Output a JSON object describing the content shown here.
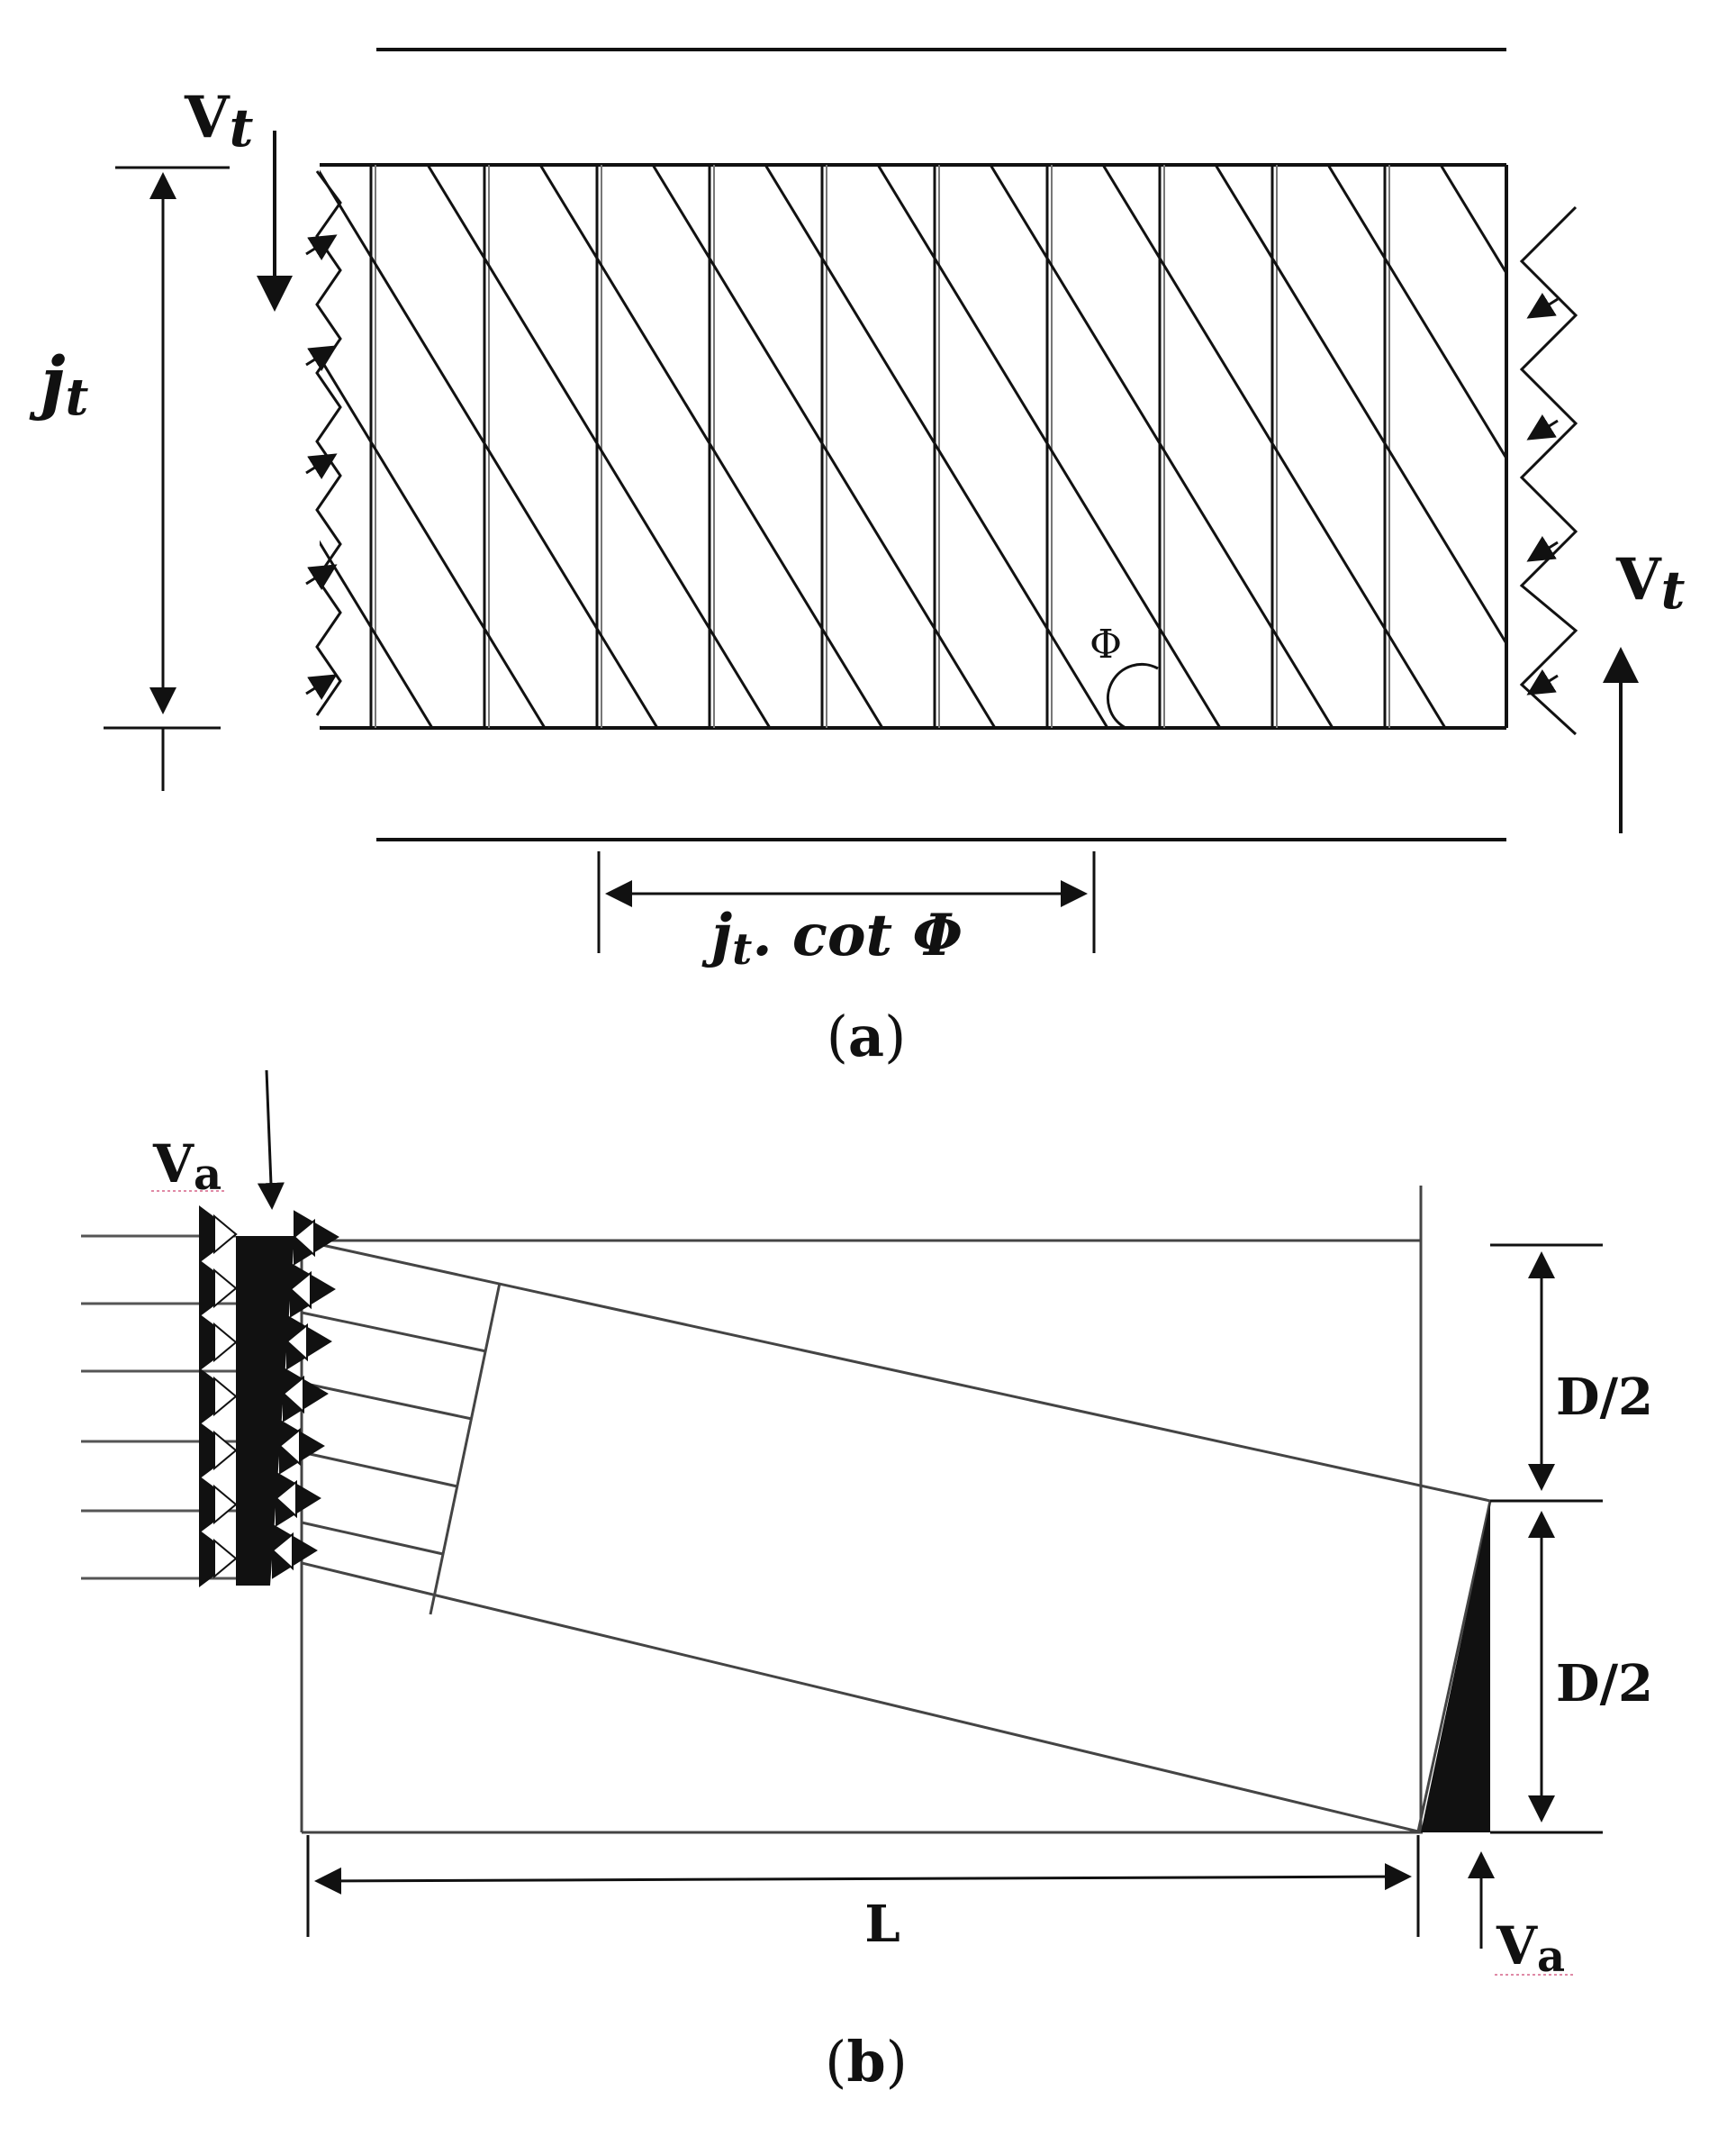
{
  "figure_a": {
    "shear_force_top": {
      "main": "V",
      "sub": "t"
    },
    "shear_force_bottom": {
      "main": "V",
      "sub": "t"
    },
    "depth_label": {
      "main": "j",
      "sub": "t"
    },
    "spacing_label": {
      "main": "j",
      "sub": "t",
      "rest": ". cot Φ"
    },
    "angle_label": "Φ",
    "caption": {
      "open": "(",
      "letter": "a",
      "close": ")"
    }
  },
  "figure_b": {
    "shear_force_top": {
      "main": "V",
      "sub": "a"
    },
    "shear_force_bottom": {
      "main": "V",
      "sub": "a"
    },
    "half_depth_upper": "D/2",
    "half_depth_lower": "D/2",
    "span_label": "L",
    "caption": {
      "open": "(",
      "letter": "b",
      "close": ")"
    }
  }
}
